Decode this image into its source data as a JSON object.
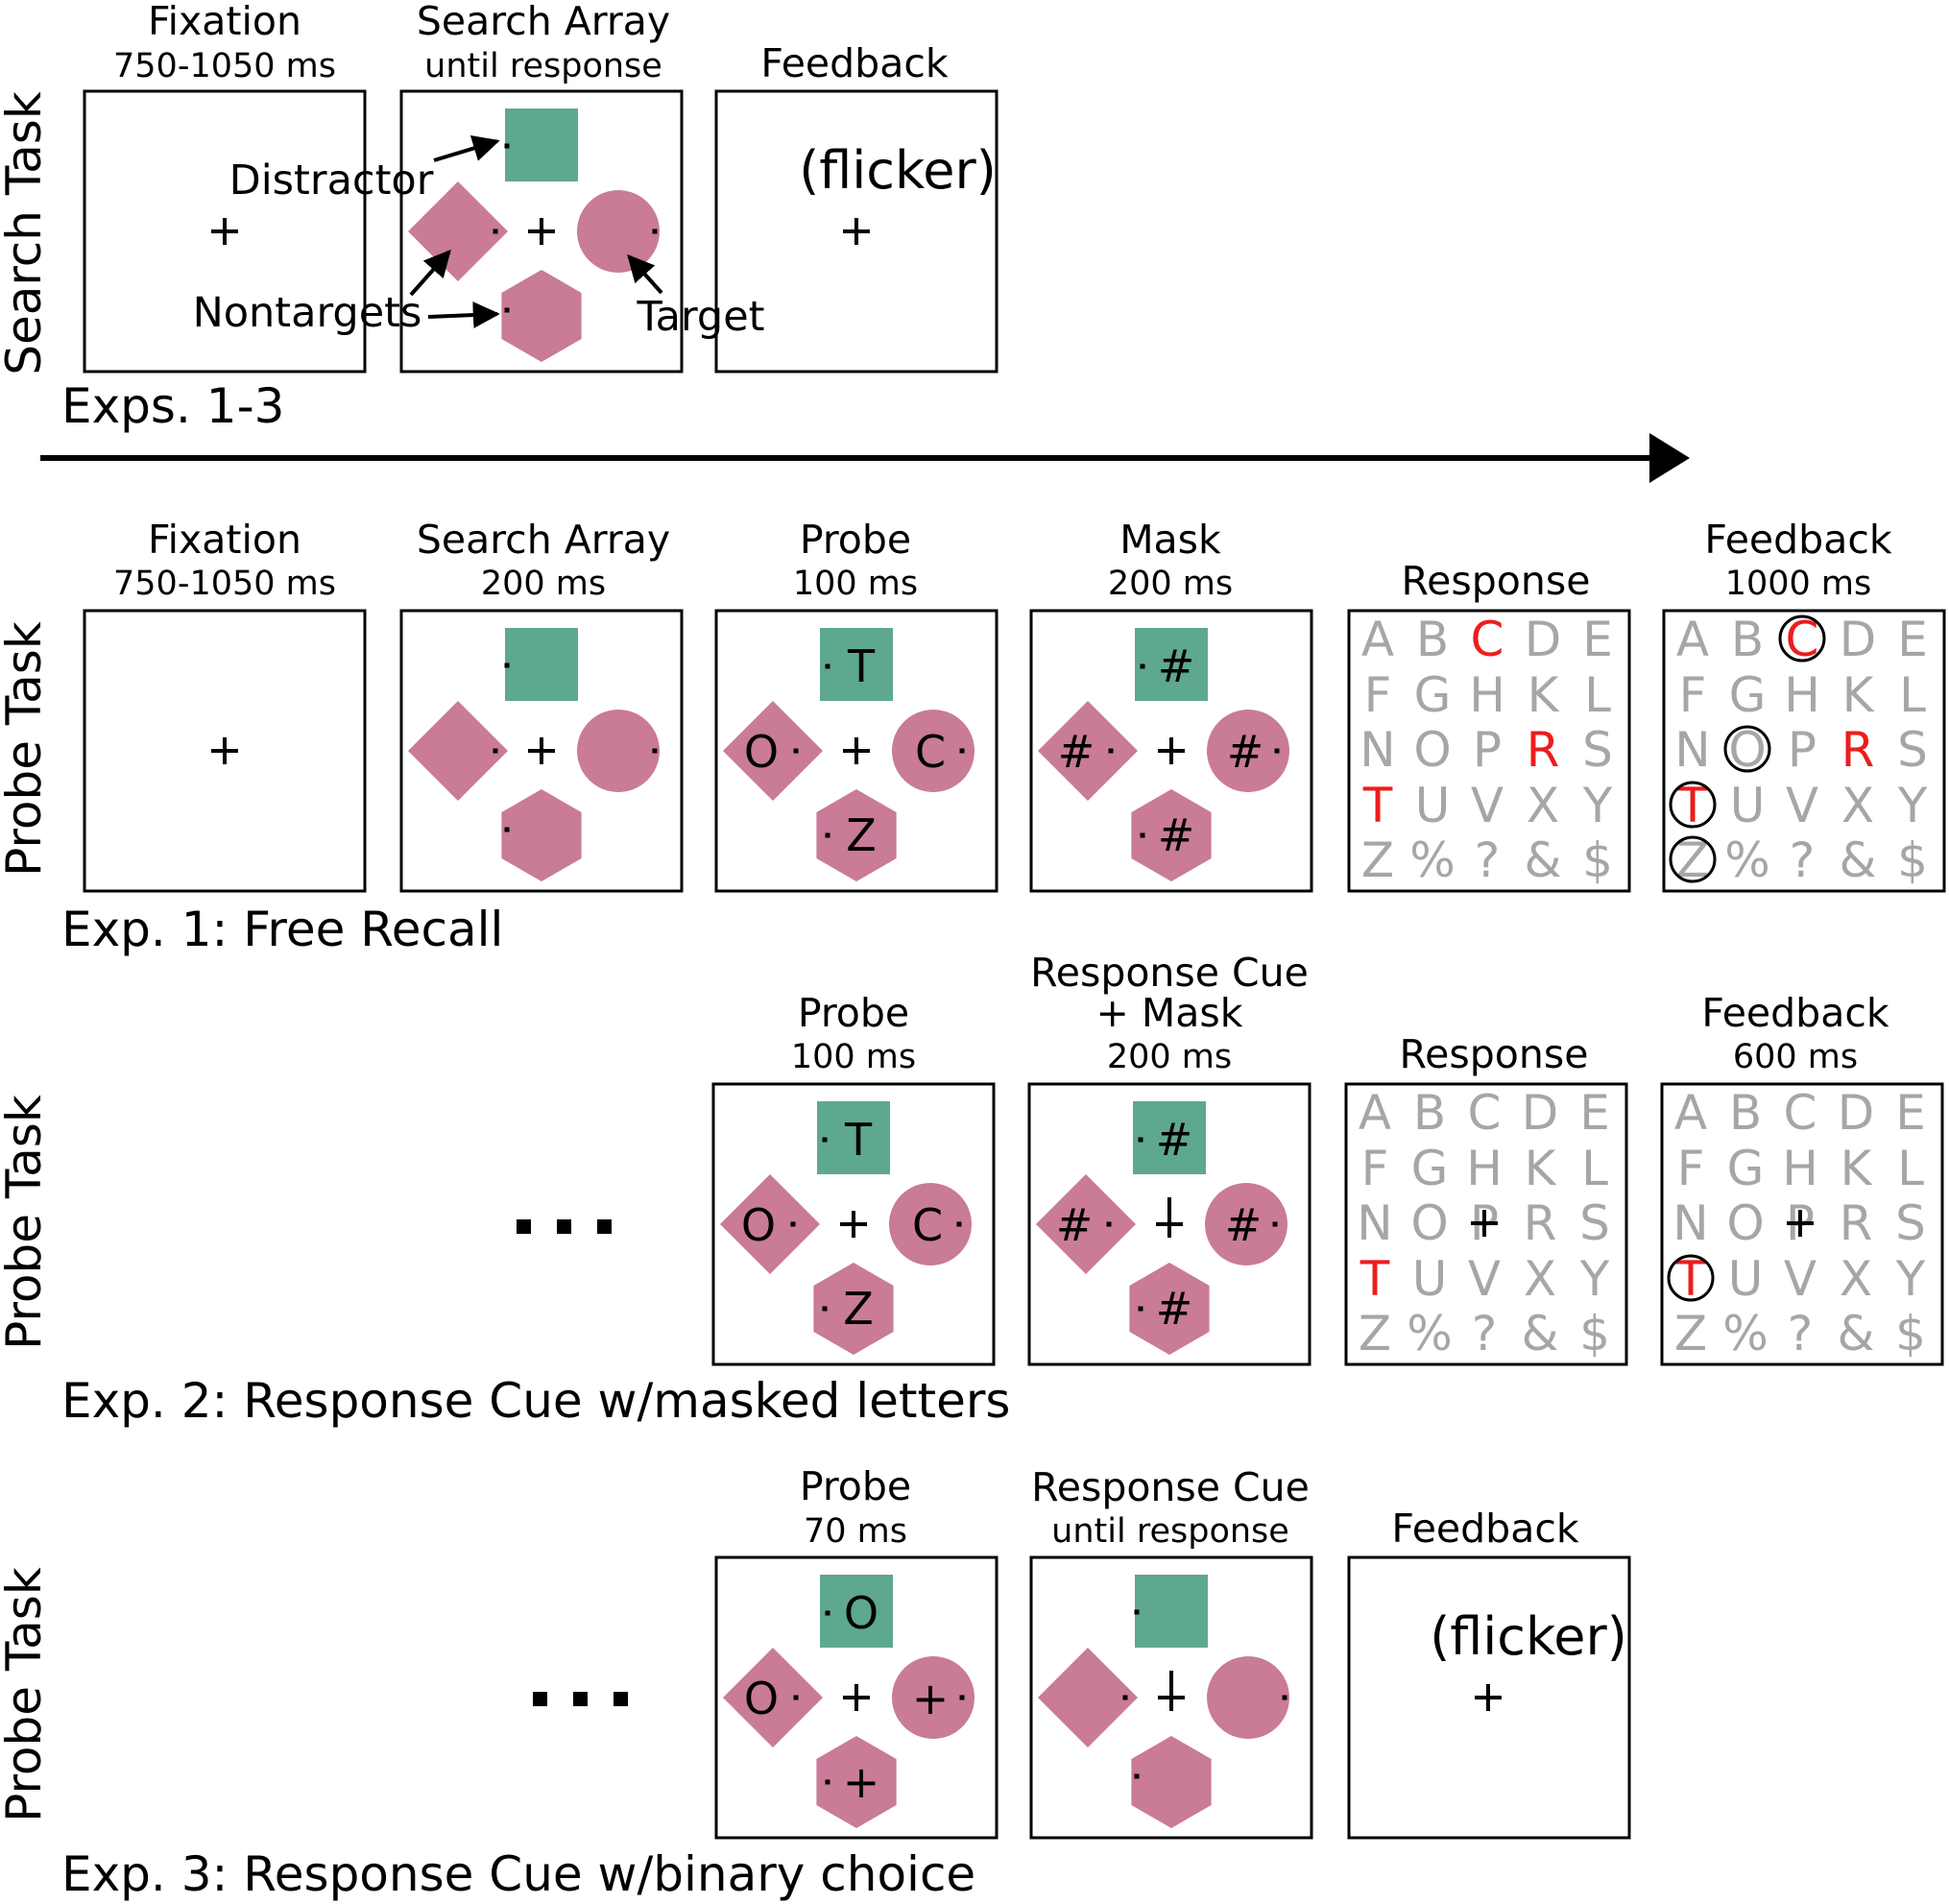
{
  "row_labels": {
    "search": "Search Task",
    "probe": "Probe Task"
  },
  "captions": {
    "search": "Exps. 1-3",
    "exp1": "Exp. 1: Free Recall",
    "exp2": "Exp. 2: Response Cue w/masked letters",
    "exp3": "Exp. 3: Response Cue w/binary choice"
  },
  "headers": {
    "s_fixation": [
      "Fixation",
      "750-1050 ms"
    ],
    "s_search": [
      "Search Array",
      "until response"
    ],
    "s_feedback": [
      "Feedback"
    ],
    "e1_fixation": [
      "Fixation",
      "750-1050 ms"
    ],
    "e1_search": [
      "Search Array",
      "200 ms"
    ],
    "e1_probe": [
      "Probe",
      "100 ms"
    ],
    "e1_mask": [
      "Mask",
      "200 ms"
    ],
    "e1_response": [
      "Response"
    ],
    "e1_feedback": [
      "Feedback",
      "1000 ms"
    ],
    "e2_probe": [
      "Probe",
      "100 ms"
    ],
    "e2_cue": [
      "Response Cue",
      "+ Mask",
      "200 ms"
    ],
    "e2_response": [
      "Response"
    ],
    "e2_feedback": [
      "Feedback",
      "600 ms"
    ],
    "e3_probe": [
      "Probe",
      "70 ms"
    ],
    "e3_cue": [
      "Response Cue",
      "until response"
    ],
    "e3_feedback": [
      "Feedback"
    ]
  },
  "annotations": {
    "distractor": "Distractor",
    "nontargets": "Nontargets",
    "target": "Target",
    "flicker": "(flicker)"
  },
  "fixation_symbol": "+",
  "probe_letters_exp1": {
    "top": "T",
    "left": "O",
    "right": "C",
    "bottom": "Z"
  },
  "mask_symbol": "#",
  "probe_letters_exp3": {
    "top": "O",
    "left": "O",
    "right": "+",
    "bottom": "+"
  },
  "letter_grid": [
    [
      "A",
      "B",
      "C",
      "D",
      "E"
    ],
    [
      "F",
      "G",
      "H",
      "K",
      "L"
    ],
    [
      "N",
      "O",
      "P",
      "R",
      "S"
    ],
    [
      "T",
      "U",
      "V",
      "X",
      "Y"
    ],
    [
      "Z",
      "%",
      "?",
      "&",
      "$"
    ]
  ],
  "colors": {
    "distractor_green": "#5ea88f",
    "shape_pink": "#c97b98",
    "grid_gray": "#a6a6a6",
    "highlight_red": "#ee1c1c"
  }
}
